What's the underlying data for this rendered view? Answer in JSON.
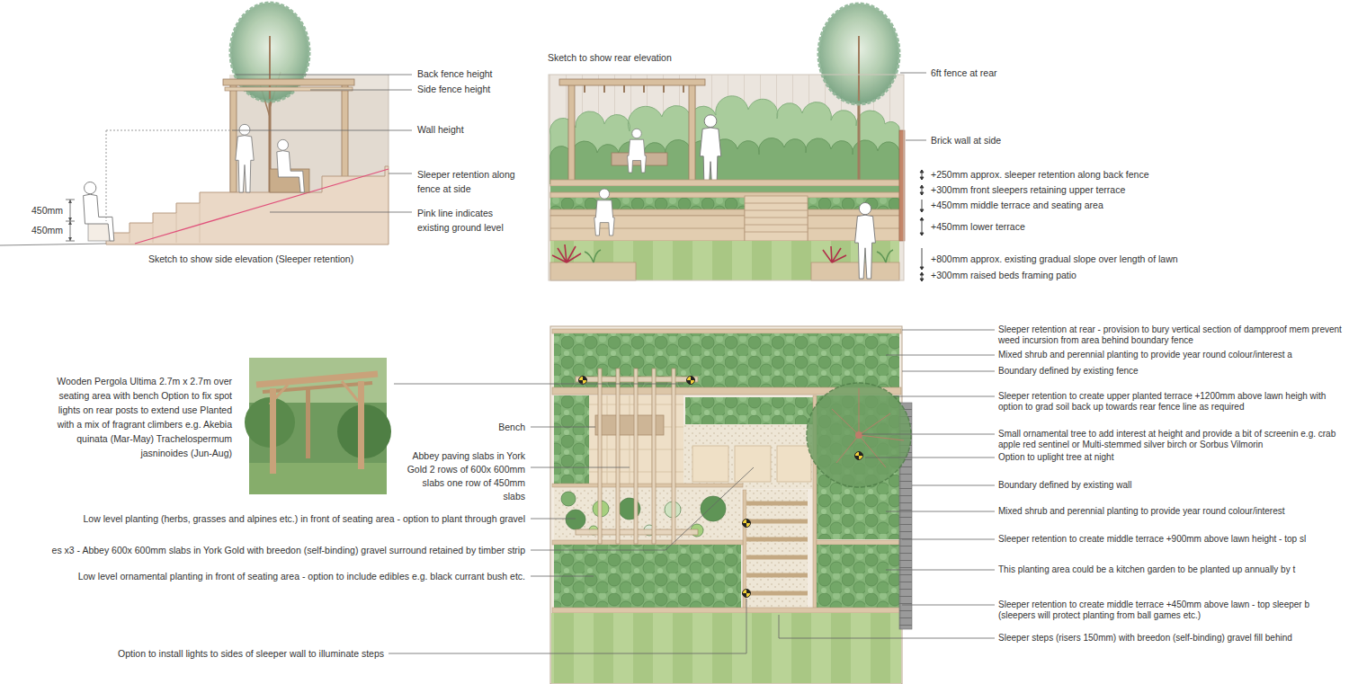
{
  "diagram": {
    "labels": [
      "Back fence height",
      "Side fence height",
      "Wall height",
      "Sleeper retention along fence at side",
      "Pink line indicates existing ground level",
      "450mm",
      "450mm",
      "Sketch to show side elevation (Sleeper retention)",
      "Sketch to show rear elevation",
      "6ft fence at rear",
      "Brick wall at side",
      "+250mm approx. sleeper retention along back fence",
      "+300mm front sleepers retaining upper terrace",
      "+450mm middle terrace and seating area",
      "+450mm lower terrace",
      "+800mm approx. existing gradual slope over length of lawn",
      "+300mm raised beds framing patio",
      "Wooden Pergola Ultima 2.7m x 2.7m over seating area with bench Option to fix spot lights on rear posts to extend use Planted with a mix of fragrant climbers e.g. Akebia quinata (Mar-May) Trachelospermum jasninoides (Jun-Aug)",
      "Bench",
      "Abbey paving slabs in York Gold 2 rows of 600x 600mm slabs one row of 450mm slabs",
      "Low level planting (herbs, grasses and alpines etc.) in front of seating area - option to plant through gravel",
      "es x3 - Abbey 600x 600mm slabs in York Gold with breedon (self-binding) gravel surround retained by timber strip",
      "Low level ornamental planting in front of seating area - option to include edibles e.g. black currant bush etc.",
      "Option to install lights to sides of sleeper wall to illuminate steps",
      "Sleeper retention at rear - provision to bury vertical section of dampproof mem prevent weed incursion from area behind boundary fence",
      "Mixed shrub and perennial planting to provide year round colour/interest a",
      "Boundary defined by existing fence",
      "Sleeper retention to create upper planted terrace +1200mm above lawn heigh with option to grad soil back up towards rear fence line as required",
      "Small ornamental tree to add interest at height and provide a bit of screenin e.g. crab apple red sentinel or Multi-stemmed silver birch or Sorbus Vilmorin",
      "Option to uplight tree at night",
      "Boundary defined by existing wall",
      "Mixed shrub and perennial planting to provide year round colour/interest",
      "Sleeper retention to create middle terrace +900mm above lawn height - top sl",
      "This planting area could be a kitchen garden to be planted up annually by t",
      "Sleeper retention to create middle terrace +450mm above lawn - top sleeper b (sleepers will protect planting from ball games etc.)",
      "Sleeper steps (risers 150mm) with breedon (self-binding) gravel fill behind"
    ]
  }
}
